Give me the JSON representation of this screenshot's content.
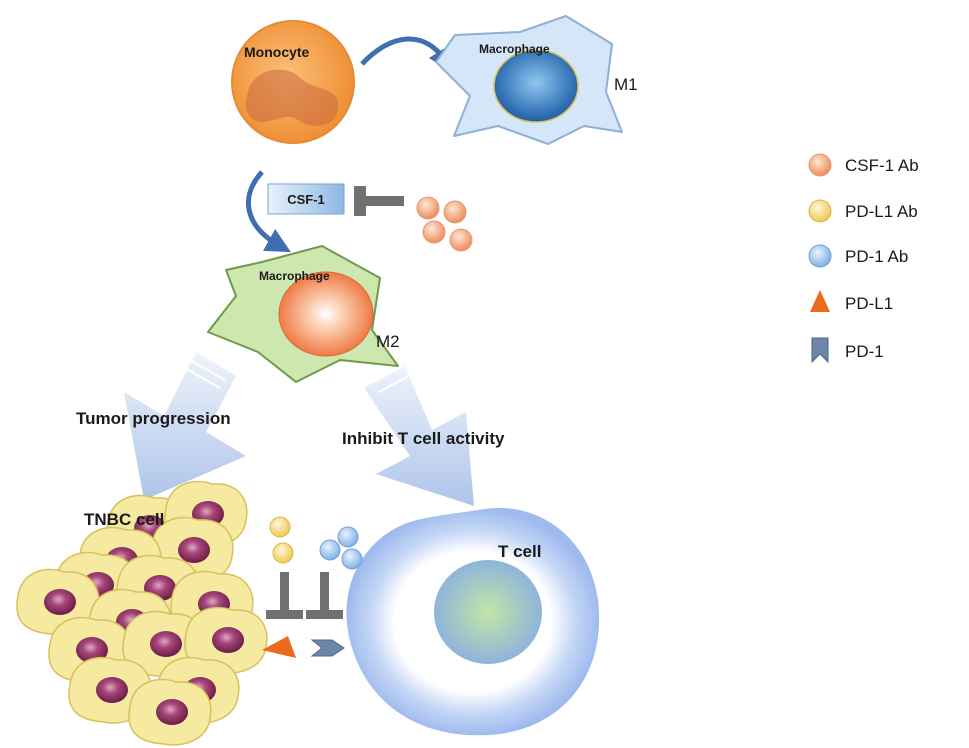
{
  "cells": {
    "monocyte": "Monocyte",
    "macrophage_m1": "Macrophage",
    "macrophage_m2": "Macrophage",
    "tnbc": "TNBC cell",
    "t_cell": "T cell"
  },
  "phenotypes": {
    "m1": "M1",
    "m2": "M2"
  },
  "factor": "CSF-1",
  "arrows": {
    "tumor": "Tumor progression",
    "inhibit": "Inhibit T cell activity"
  },
  "legend": {
    "items": [
      {
        "label": "CSF-1 Ab",
        "color": "#f2a27a",
        "shape": "circle"
      },
      {
        "label": "PD-L1 Ab",
        "color": "#f3d66a",
        "shape": "circle"
      },
      {
        "label": "PD-1 Ab",
        "color": "#9cc3ea",
        "shape": "circle"
      },
      {
        "label": "PD-L1",
        "color": "#ea6a1e",
        "shape": "triangle"
      },
      {
        "label": "PD-1",
        "color": "#6e87a8",
        "shape": "receptor"
      }
    ]
  },
  "colors": {
    "monocyte": "#f29a43",
    "m1_body": "#cfe2f6",
    "m2_body": "#cde7ae",
    "tnbc_body": "#f6e9a0",
    "tnbc_nucleus": "#8e2f5c",
    "t_cell": "#aec7f2",
    "arrow": "#3f6fb0",
    "inhibit_bar": "#707070"
  }
}
